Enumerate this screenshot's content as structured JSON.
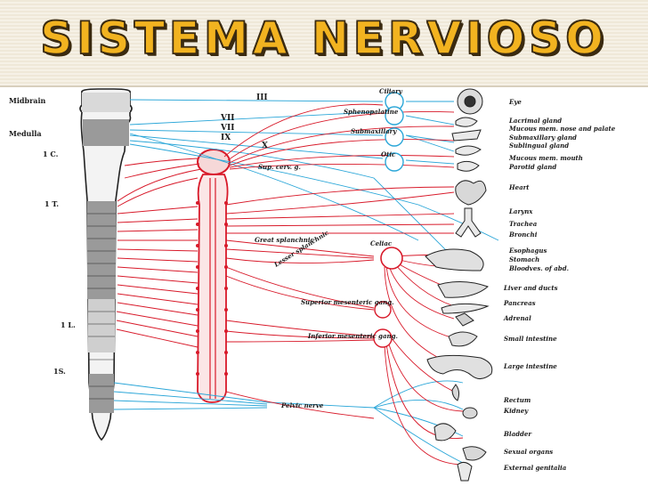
{
  "title": "SISTEMA NERVIOSO",
  "spinal_labels": {
    "midbrain": "Midbrain",
    "medulla": "Medulla",
    "c1": "1 C.",
    "t1": "1 T.",
    "l1": "1 L.",
    "s1": "1S."
  },
  "cranial_nerves": {
    "iii": "III",
    "vii": "VII",
    "viii": "VII",
    "ix": "IX",
    "x": "X",
    "sup_cerv": "Sup. cerv. g."
  },
  "ganglia": {
    "ciliary": "Ciliary",
    "sphenopalatine": "Sphenopalatine",
    "submaxillary": "Submaxillary",
    "otic": "Otic",
    "celiac": "Celiac"
  },
  "nerves": {
    "great_splanchnic": "Great splanchnic",
    "lesser_splanchnic": "Lesser splanchnic",
    "superior_mesenteric": "Superior mesenteric gang.",
    "inferior_mesenteric": "Inferior mesenteric gang.",
    "pelvic_nerve": "Pelvic nerve"
  },
  "organs": [
    "Eye",
    "Lacrimal gland",
    "Mucous mem. nose and palate",
    "Submaxillary gland",
    "Sublingual gland",
    "Mucous mem. mouth",
    "Parotid gland",
    "Heart",
    "Larynx",
    "Trachea",
    "Bronchi",
    "Esophagus",
    "Stomach",
    "Bloodves. of abd.",
    "Liver and ducts",
    "Pancreas",
    "Adrenal",
    "Small intestine",
    "Large intestine",
    "Rectum",
    "Kidney",
    "Bladder",
    "Sexual organs",
    "External genitalia"
  ],
  "colors": {
    "sympathetic": "#d81a2a",
    "parasympathetic": "#2aa6d8",
    "title_fill": "#f2b320",
    "title_outline": "#3a2a10"
  }
}
